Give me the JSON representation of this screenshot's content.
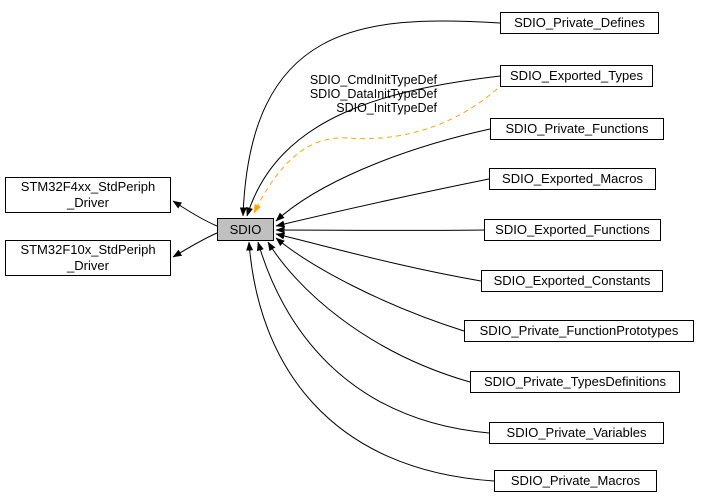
{
  "diagram": {
    "center_node": {
      "label": "SDIO"
    },
    "left_nodes": [
      {
        "label": "STM32F4xx_StdPeriph\n_Driver"
      },
      {
        "label": "STM32F10x_StdPeriph\n_Driver"
      }
    ],
    "right_nodes": [
      {
        "label": "SDIO_Private_Defines"
      },
      {
        "label": "SDIO_Exported_Types"
      },
      {
        "label": "SDIO_Private_Functions"
      },
      {
        "label": "SDIO_Exported_Macros"
      },
      {
        "label": "SDIO_Exported_Functions"
      },
      {
        "label": "SDIO_Exported_Constants"
      },
      {
        "label": "SDIO_Private_FunctionPrototypes"
      },
      {
        "label": "SDIO_Private_TypesDefinitions"
      },
      {
        "label": "SDIO_Private_Variables"
      },
      {
        "label": "SDIO_Private_Macros"
      }
    ],
    "edge_label": "SDIO_CmdInitTypeDef\nSDIO_DataInitTypeDef\nSDIO_InitTypeDef",
    "colors": {
      "center_fill": "#c0c0c0",
      "node_fill": "#ffffff",
      "border": "#000000",
      "edge": "#000000",
      "usage_edge": "#ffa500"
    }
  }
}
